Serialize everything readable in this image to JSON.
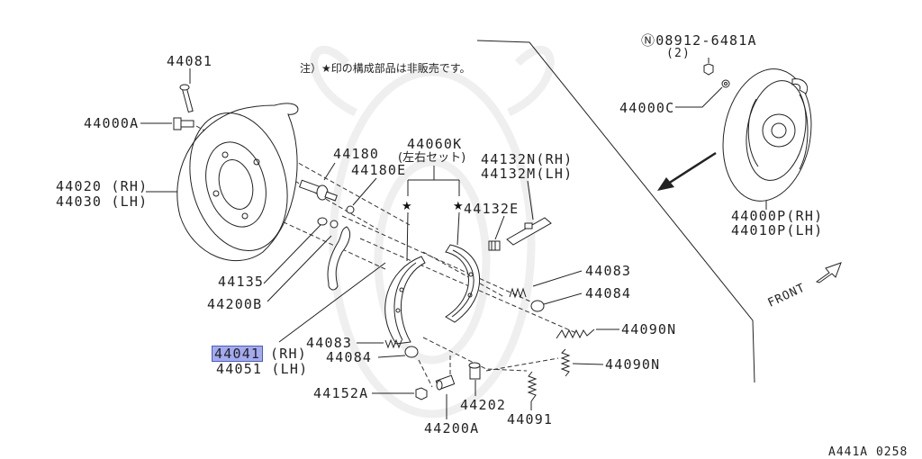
{
  "note": "注）★印の構成部品は非販売です。",
  "star_marker": "★",
  "front_label": "FRONT",
  "figure_code": "A441A 0258",
  "selected_part": "44041",
  "highlight_color": "#a3abee",
  "callouts": {
    "c44081": "44081",
    "c44000A": "44000A",
    "c44020": "44020 (RH)",
    "c44030": "44030 (LH)",
    "c44180": "44180",
    "c44180E": "44180E",
    "c44060K": "44060K",
    "c44060K_note": "(左右セット)",
    "c44132N": "44132N(RH)",
    "c44132M": "44132M(LH)",
    "c44132E": "44132E",
    "c08912": "Ⓝ08912-6481A",
    "c08912_qty": "(2)",
    "c44000C": "44000C",
    "c44000P": "44000P(RH)",
    "c44010P": "44010P(LH)",
    "c44135": "44135",
    "c44200B": "44200B",
    "c44083_r": "44083",
    "c44084_r": "44084",
    "c44090N_a": "44090N",
    "c44041": "44041",
    "c44041_side": "(RH)",
    "c44051": "44051 (LH)",
    "c44083_l": "44083",
    "c44084_l": "44084",
    "c44090N_b": "44090N",
    "c44152A": "44152A",
    "c44202": "44202",
    "c44091": "44091",
    "c44200A": "44200A"
  }
}
